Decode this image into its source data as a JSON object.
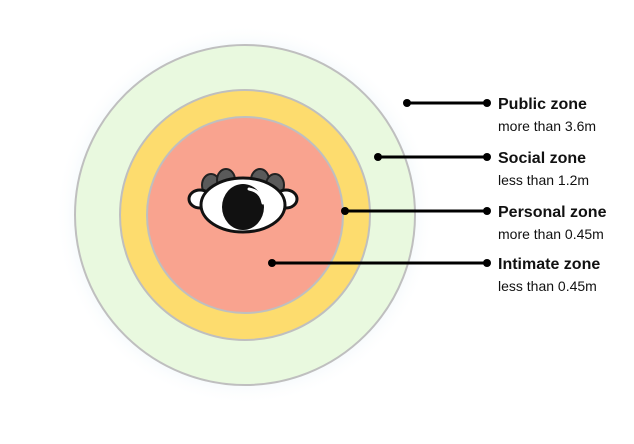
{
  "colors": {
    "public_zone": "#e9f9df",
    "social_zone": "#fddc6e",
    "personal_zone": "#f9a38f",
    "intimate_zone": "#f9a38f",
    "ring_border": "#bfbfbf",
    "glow": "#d6e8f2",
    "leader_line": "#000000"
  },
  "zones": [
    {
      "id": "public",
      "title": "Public zone",
      "description": "more than 3.6m"
    },
    {
      "id": "social",
      "title": "Social zone",
      "description": "less than 1.2m"
    },
    {
      "id": "personal",
      "title": "Personal zone",
      "description": "more than 0.45m"
    },
    {
      "id": "intimate",
      "title": "Intimate zone",
      "description": "less than 0.45m"
    }
  ],
  "figure": {
    "icon": "person-top-view-icon"
  }
}
